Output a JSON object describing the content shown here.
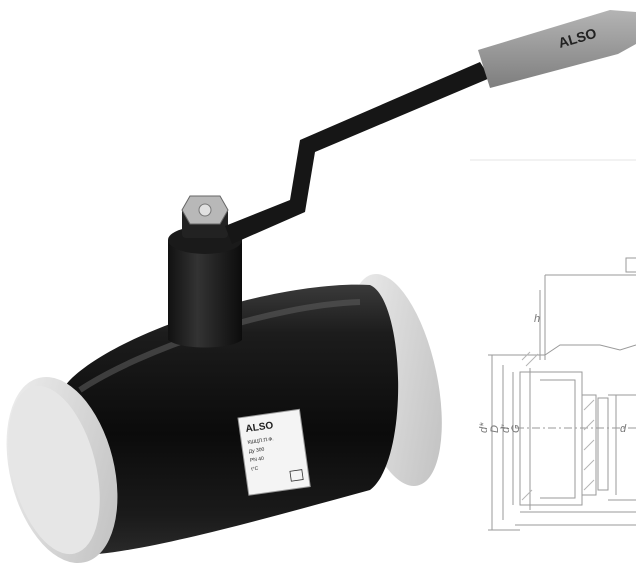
{
  "product": {
    "brand": "ALSO",
    "handle_brand": "ALSO"
  },
  "nameplate": {
    "lines": [
      "КШЦП.П.Ф.",
      "Ду 300",
      "PN 40",
      "t°С",
      "",
      ""
    ]
  },
  "drawing": {
    "labels": {
      "h": "h",
      "d_star": "d*",
      "D": "D",
      "d_prime": "d'",
      "G": "G",
      "d": "d"
    }
  },
  "colors": {
    "body": "#141414",
    "pipe_end": "#d8d8d8",
    "handle_grip": "#9a9a9a",
    "drawing_line": "#9a9a9a"
  }
}
